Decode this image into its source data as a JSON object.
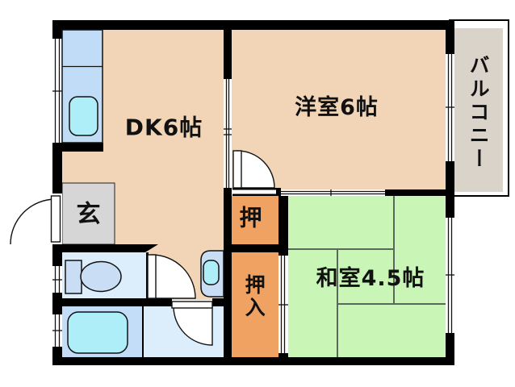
{
  "title": "apartment-floor-plan",
  "rooms": {
    "dk": {
      "label": "DK6帖"
    },
    "western": {
      "label": "洋室6帖"
    },
    "japanese": {
      "label": "和室4.5帖"
    },
    "genkan": {
      "label": "玄"
    },
    "closet": {
      "label": "押"
    },
    "oshiire": {
      "label": "押入"
    },
    "balcony": {
      "label": "バルコニー"
    }
  },
  "colors": {
    "wall": "#000000",
    "outline": "#111111",
    "peach": "#f2d5b6",
    "green": "#c9f6b6",
    "orange": "#efa262",
    "genkan_gray": "#d6d6d6",
    "balcony_gray": "#dad3ca",
    "kitchen_blue": "#c0dcf6",
    "cyan": "#adeef8",
    "light_blue": "#dceefb",
    "bath_blue": "#c3ddf8",
    "fixture_blue": "#c9def5",
    "tatami_line": "#5a675a",
    "text": "#111111"
  }
}
